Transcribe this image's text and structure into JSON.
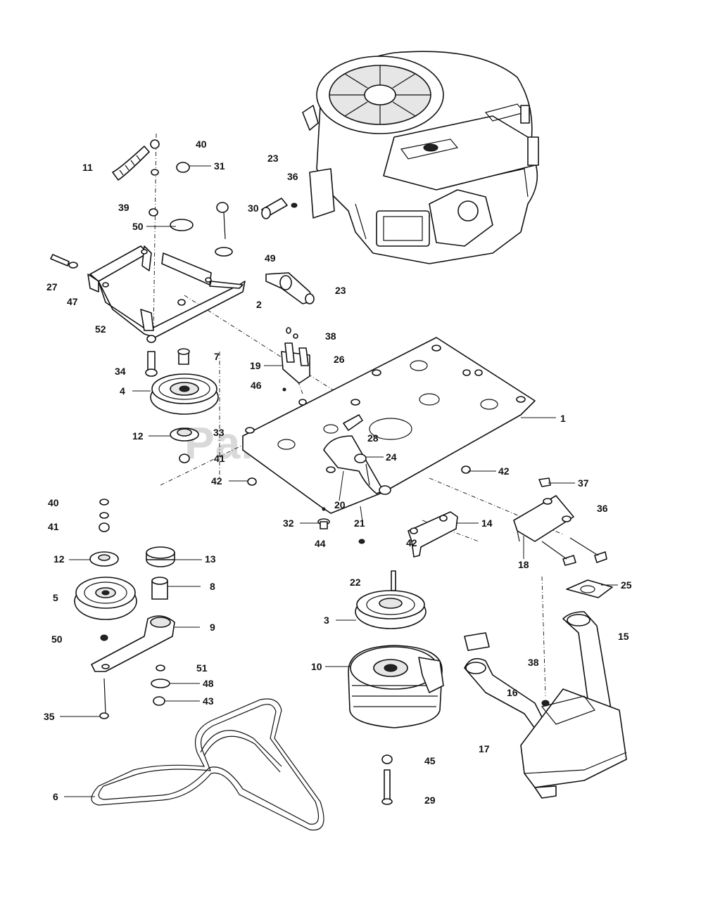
{
  "watermark": "PartsTree",
  "callouts": [
    {
      "id": "c1",
      "text": "1"
    },
    {
      "id": "c2",
      "text": "2"
    },
    {
      "id": "c3",
      "text": "3"
    },
    {
      "id": "c4",
      "text": "4"
    },
    {
      "id": "c5",
      "text": "5"
    },
    {
      "id": "c6",
      "text": "6"
    },
    {
      "id": "c7",
      "text": "7"
    },
    {
      "id": "c8",
      "text": "8"
    },
    {
      "id": "c9",
      "text": "9"
    },
    {
      "id": "c10",
      "text": "10"
    },
    {
      "id": "c11",
      "text": "11"
    },
    {
      "id": "c12a",
      "text": "12"
    },
    {
      "id": "c12b",
      "text": "12"
    },
    {
      "id": "c13",
      "text": "13"
    },
    {
      "id": "c14",
      "text": "14"
    },
    {
      "id": "c15",
      "text": "15"
    },
    {
      "id": "c16",
      "text": "16"
    },
    {
      "id": "c17",
      "text": "17"
    },
    {
      "id": "c18",
      "text": "18"
    },
    {
      "id": "c19",
      "text": "19"
    },
    {
      "id": "c20",
      "text": "20"
    },
    {
      "id": "c21",
      "text": "21"
    },
    {
      "id": "c22",
      "text": "22"
    },
    {
      "id": "c23a",
      "text": "23"
    },
    {
      "id": "c23b",
      "text": "23"
    },
    {
      "id": "c24",
      "text": "24"
    },
    {
      "id": "c25",
      "text": "25"
    },
    {
      "id": "c26",
      "text": "26"
    },
    {
      "id": "c27",
      "text": "27"
    },
    {
      "id": "c28",
      "text": "28"
    },
    {
      "id": "c29",
      "text": "29"
    },
    {
      "id": "c30",
      "text": "30"
    },
    {
      "id": "c31",
      "text": "31"
    },
    {
      "id": "c32",
      "text": "32"
    },
    {
      "id": "c33",
      "text": "33"
    },
    {
      "id": "c34",
      "text": "34"
    },
    {
      "id": "c35",
      "text": "35"
    },
    {
      "id": "c36a",
      "text": "36"
    },
    {
      "id": "c36b",
      "text": "36"
    },
    {
      "id": "c37",
      "text": "37"
    },
    {
      "id": "c38a",
      "text": "38"
    },
    {
      "id": "c38b",
      "text": "38"
    },
    {
      "id": "c39",
      "text": "39"
    },
    {
      "id": "c40a",
      "text": "40"
    },
    {
      "id": "c40b",
      "text": "40"
    },
    {
      "id": "c41a",
      "text": "41"
    },
    {
      "id": "c41b",
      "text": "41"
    },
    {
      "id": "c42a",
      "text": "42"
    },
    {
      "id": "c42b",
      "text": "42"
    },
    {
      "id": "c42c",
      "text": "42"
    },
    {
      "id": "c43",
      "text": "43"
    },
    {
      "id": "c44",
      "text": "44"
    },
    {
      "id": "c45",
      "text": "45"
    },
    {
      "id": "c46",
      "text": "46"
    },
    {
      "id": "c47",
      "text": "47"
    },
    {
      "id": "c48",
      "text": "48"
    },
    {
      "id": "c49",
      "text": "49"
    },
    {
      "id": "c50a",
      "text": "50"
    },
    {
      "id": "c50b",
      "text": "50"
    },
    {
      "id": "c51",
      "text": "51"
    },
    {
      "id": "c52",
      "text": "52"
    }
  ]
}
